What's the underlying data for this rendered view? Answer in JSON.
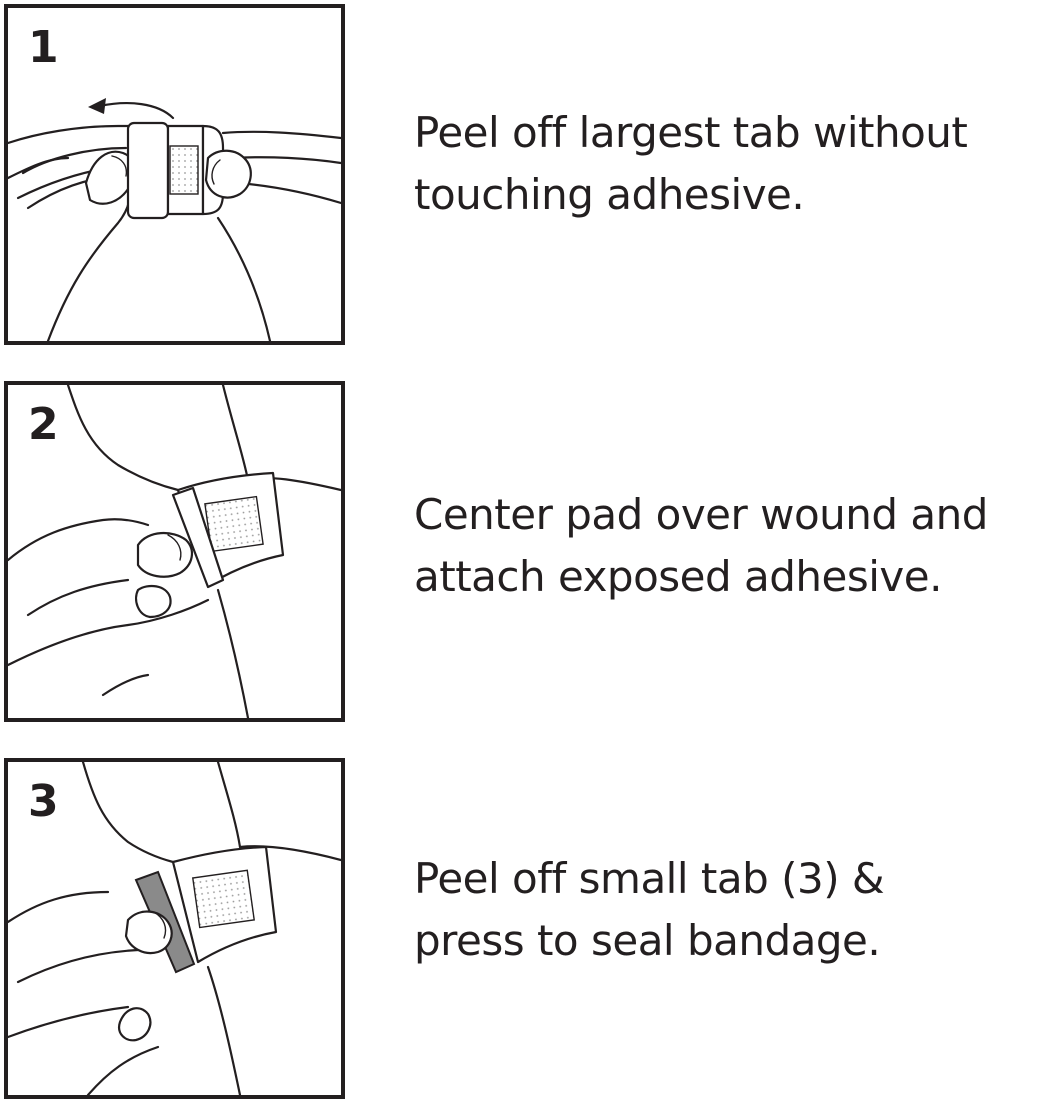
{
  "steps": [
    {
      "number": "1",
      "line1": "Peel off largest tab without",
      "line2": "touching adhesive.",
      "illustration_icon": "hands-peeling-bandage-tab-icon"
    },
    {
      "number": "2",
      "line1": "Center pad over wound and",
      "line2": "attach exposed adhesive.",
      "illustration_icon": "hand-applying-bandage-to-wrist-icon"
    },
    {
      "number": "3",
      "line1": "Peel off small tab (3) &",
      "line2": "press to seal bandage.",
      "illustration_icon": "hand-sealing-bandage-on-wrist-icon"
    }
  ],
  "colors": {
    "ink": "#231f20",
    "background": "#ffffff",
    "tab_gray": "#8a8a8a"
  }
}
